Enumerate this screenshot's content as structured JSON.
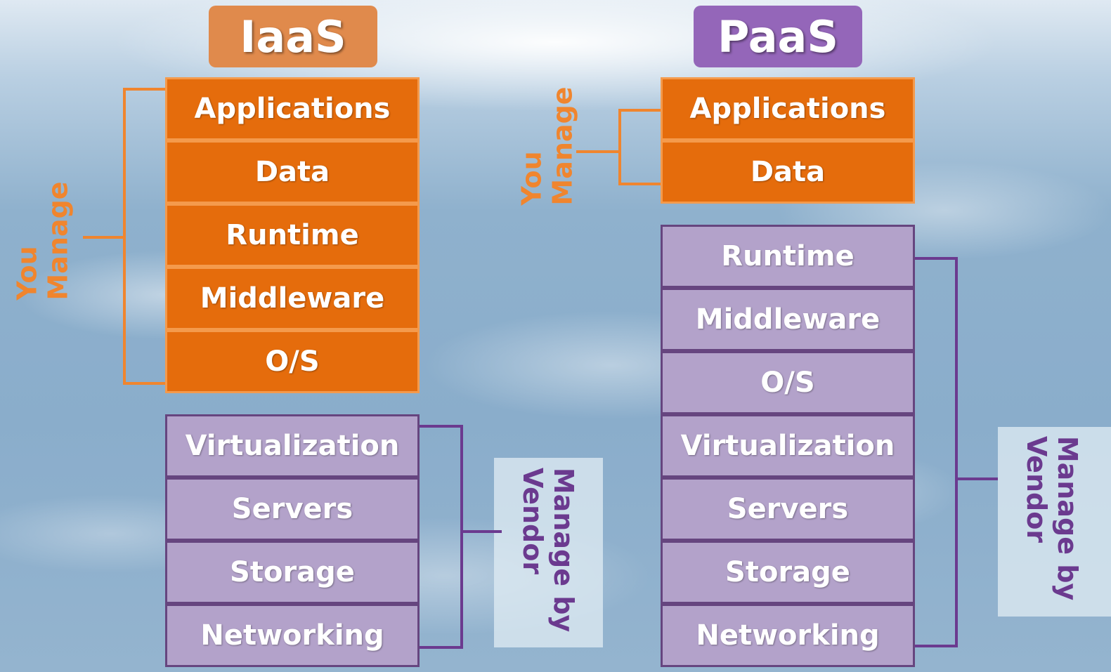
{
  "iaas": {
    "title": "IaaS",
    "you_manage": [
      "Applications",
      "Data",
      "Runtime",
      "Middleware",
      "O/S"
    ],
    "vendor_manage": [
      "Virtualization",
      "Servers",
      "Storage",
      "Networking"
    ],
    "you_label": "You\nManage",
    "vendor_label": "Manage by\nVendor"
  },
  "paas": {
    "title": "PaaS",
    "you_manage": [
      "Applications",
      "Data"
    ],
    "vendor_manage": [
      "Runtime",
      "Middleware",
      "O/S",
      "Virtualization",
      "Servers",
      "Storage",
      "Networking"
    ],
    "you_label": "You\nManage",
    "vendor_label": "Manage by\nVendor"
  },
  "colors": {
    "you_manage": "#e56c0c",
    "vendor_manage": "#b3a2ca",
    "iaas_title": "#e08a4c",
    "paas_title": "#9466b9"
  }
}
